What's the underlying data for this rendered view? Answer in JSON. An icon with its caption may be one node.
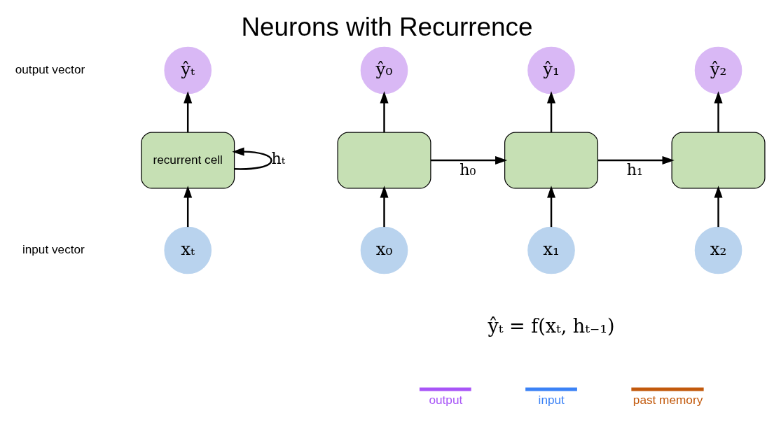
{
  "diagram": {
    "title": "Neurons with Recurrence",
    "nodes": [
      {
        "text": [
          "ŷₜ"
        ]
      },
      {
        "text": [
          "recurrent cell"
        ]
      },
      {
        "text": [
          "xₜ"
        ]
      },
      {
        "text": [
          "ŷ₀"
        ]
      },
      {
        "text": [],
        "shape": "box"
      },
      {
        "text": [
          "x₀"
        ]
      },
      {
        "text": [
          "ŷ₁"
        ]
      },
      {
        "text": [],
        "shape": "box"
      },
      {
        "text": [
          "x₁"
        ]
      },
      {
        "text": [
          "ŷ₂"
        ]
      },
      {
        "text": [],
        "shape": "box"
      },
      {
        "text": [
          "x₂"
        ]
      }
    ],
    "edges": [
      {
        "from": 1,
        "to": 0,
        "arrow": "to"
      },
      {
        "from": 1,
        "to": 1,
        "arrow": "to",
        "label": "hₜ"
      },
      {
        "from": 2,
        "to": 1,
        "arrow": "to"
      },
      {
        "from": 4,
        "to": 3,
        "arrow": "to"
      },
      {
        "from": 4,
        "to": 7,
        "arrow": "to",
        "label": "h₀"
      },
      {
        "from": 5,
        "to": 4,
        "arrow": "to"
      },
      {
        "from": 7,
        "to": 6,
        "arrow": "to"
      },
      {
        "from": 7,
        "to": 10,
        "arrow": "to",
        "label": "h₁"
      },
      {
        "from": 8,
        "to": 7,
        "arrow": "to"
      },
      {
        "from": 10,
        "to": 9,
        "arrow": "to"
      },
      {
        "from": 11,
        "to": 10,
        "arrow": "to"
      }
    ],
    "labels": [
      "output vector",
      "input vector",
      "ŷₜ = f(xₜ, hₜ₋₁)"
    ],
    "legend": [
      {
        "text": "output",
        "color": "#a855f7"
      },
      {
        "text": "input",
        "color": "#3b82f6"
      },
      {
        "text": "past memory",
        "color": "#c2590c"
      }
    ]
  }
}
